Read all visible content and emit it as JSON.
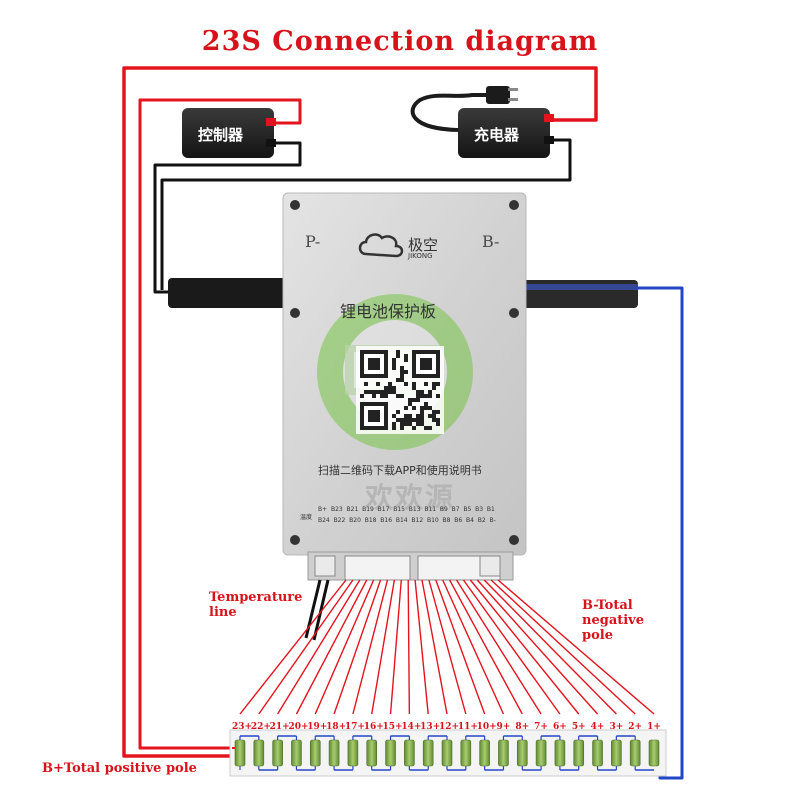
{
  "title": "23S Connection diagram",
  "controller": {
    "label": "控制器"
  },
  "charger": {
    "label": "充电器"
  },
  "board": {
    "p_minus": "P-",
    "b_minus": "B-",
    "brand_cn": "极空",
    "brand_en": "JIKONG",
    "heading": "锂电池保护板",
    "scan_text": "扫描二维码下载APP和使用说明书",
    "temp_mark": "温度",
    "pins_row1": "B+  B23  B21  B19  B17  B15  B13  B11  B9  B7  B5  B3  B1",
    "pins_row2": "B24  B22  B20  B18  B16  B14  B12  B10  B8  B6  B4  B2  B-"
  },
  "watermark": "欢欢源",
  "labels": {
    "temperature_line": [
      "Temperature",
      "line"
    ],
    "b_total_negative": [
      "B-Total",
      "negative",
      "pole"
    ],
    "b_total_positive": "B+Total positive pole"
  },
  "cells": [
    "23+",
    "22+",
    "21+",
    "20+",
    "19+",
    "18+",
    "17+",
    "16+",
    "15+",
    "14+",
    "13+",
    "12+",
    "11+",
    "10+",
    "9+",
    "8+",
    "7+",
    "6+",
    "5+",
    "4+",
    "3+",
    "2+",
    "1+"
  ],
  "colors": {
    "red_wire": "#e3141e",
    "blue_wire": "#2346c8",
    "black_wire": "#111111",
    "title": "#d8121b",
    "cell": "#7ea44a"
  }
}
